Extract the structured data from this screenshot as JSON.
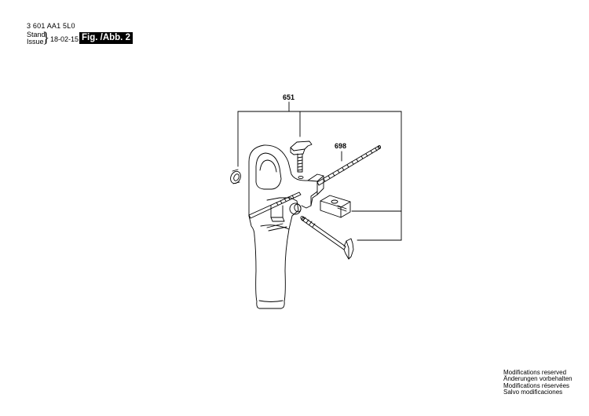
{
  "header": {
    "part_number": "3 601 AA1 5L0",
    "stand_label": "Stand",
    "issue_label": "Issue",
    "date": "18-02-15",
    "figure_label": "Fig. /Abb. 2"
  },
  "diagram": {
    "callouts": [
      {
        "id": "651",
        "label": "651"
      },
      {
        "id": "698",
        "label": "698"
      }
    ],
    "parts": [
      "auxiliary-handle",
      "depth-stop-rod",
      "wing-screw-top",
      "nut",
      "clamp-block",
      "clamp-bolt"
    ]
  },
  "footer": {
    "lines": [
      "Modifications reserved",
      "Änderungen vorbehalten",
      "Modifications réservées",
      "Salvo modificaciones"
    ]
  }
}
